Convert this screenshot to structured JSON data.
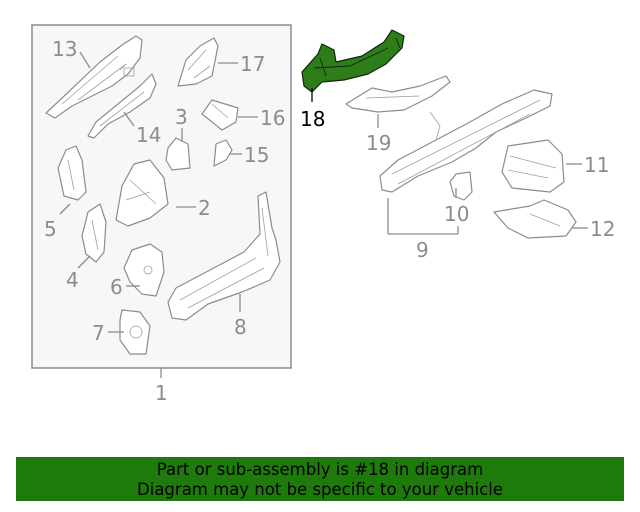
{
  "diagram": {
    "callouts": {
      "c1": "1",
      "c2": "2",
      "c3": "3",
      "c4": "4",
      "c5": "5",
      "c6": "6",
      "c7": "7",
      "c8": "8",
      "c9": "9",
      "c10": "10",
      "c11": "11",
      "c12": "12",
      "c13": "13",
      "c14": "14",
      "c15": "15",
      "c16": "16",
      "c17": "17",
      "c18": "18",
      "c19": "19"
    },
    "highlighted_part": "18",
    "colors": {
      "highlight_fill": "#2e7d1a",
      "line_gray": "#8c8c8c",
      "group_box": "#f7f7f7"
    }
  },
  "banner": {
    "line1": "Part or sub-assembly is #18 in diagram",
    "line2": "Diagram may not be specific to your vehicle",
    "background": "#1f7a0c"
  }
}
